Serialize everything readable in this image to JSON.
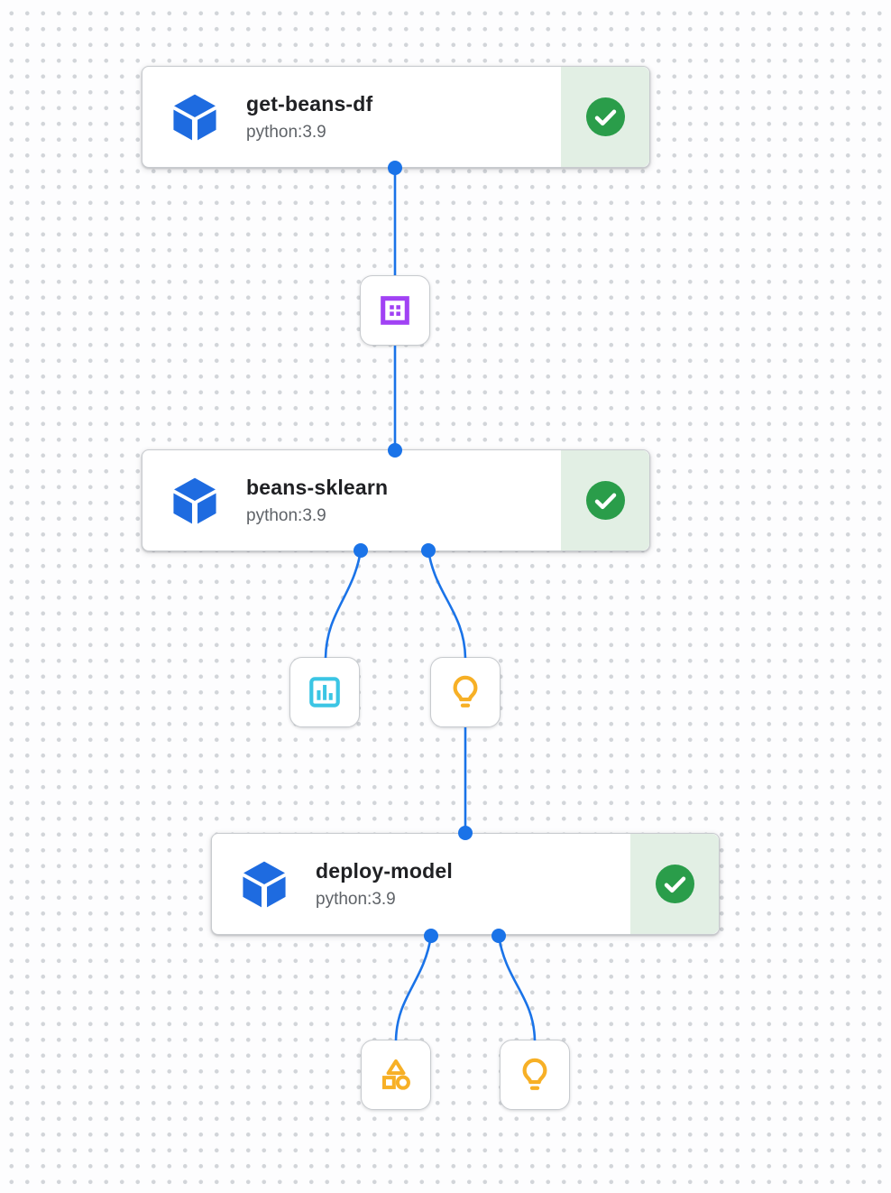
{
  "app": {
    "view": "pipeline-dag-canvas"
  },
  "colors": {
    "edge_blue": "#1a73e8",
    "cube_blue": "#1e6be0",
    "status_green": "#2a9d4a",
    "status_bg_green": "#e2efe4",
    "artifact_purple": "#a142f4",
    "artifact_cyan": "#3bc5e4",
    "artifact_amber": "#f7b026",
    "grid_dot": "#d2d5d9",
    "title_text": "#202124",
    "subtitle_text": "#5f6368"
  },
  "nodes": [
    {
      "title": "get-beans-df",
      "subtitle": "python:3.9",
      "status": "succeeded",
      "icon": "cube-icon",
      "status_icon": "check-circle-icon"
    },
    {
      "title": "beans-sklearn",
      "subtitle": "python:3.9",
      "status": "succeeded",
      "icon": "cube-icon",
      "status_icon": "check-circle-icon"
    },
    {
      "title": "deploy-model",
      "subtitle": "python:3.9",
      "status": "succeeded",
      "icon": "cube-icon",
      "status_icon": "check-circle-icon"
    }
  ],
  "artifacts": [
    {
      "kind": "dataset",
      "icon": "dataset-icon",
      "color": "#a142f4"
    },
    {
      "kind": "metrics",
      "icon": "metrics-icon",
      "color": "#3bc5e4"
    },
    {
      "kind": "model",
      "icon": "lightbulb-icon",
      "color": "#f7b026"
    },
    {
      "kind": "artifact",
      "icon": "shapes-icon",
      "color": "#f7b026"
    },
    {
      "kind": "model",
      "icon": "lightbulb-icon",
      "color": "#f7b026"
    }
  ],
  "edges": [
    {
      "from": "node-get-beans-df",
      "to": "artifact-dataset"
    },
    {
      "from": "artifact-dataset",
      "to": "node-beans-sklearn"
    },
    {
      "from": "node-beans-sklearn",
      "to": "artifact-metrics"
    },
    {
      "from": "node-beans-sklearn",
      "to": "artifact-model-1"
    },
    {
      "from": "artifact-model-1",
      "to": "node-deploy-model"
    },
    {
      "from": "node-deploy-model",
      "to": "artifact-shapes"
    },
    {
      "from": "node-deploy-model",
      "to": "artifact-model-2"
    }
  ]
}
